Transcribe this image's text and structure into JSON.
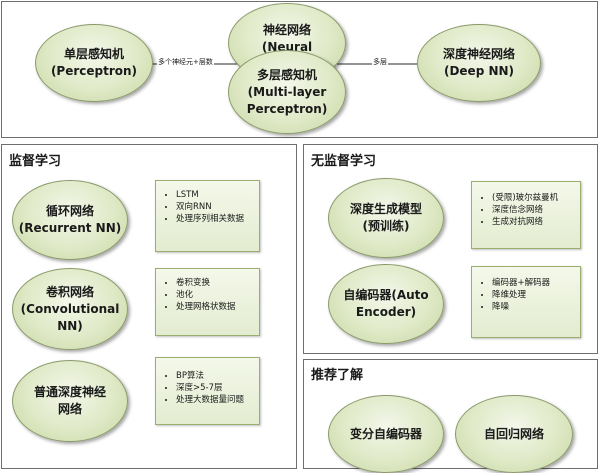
{
  "top": {
    "perceptron": [
      "单层感知机",
      "(Perceptron)"
    ],
    "neural_network": [
      "神经网络",
      "(Neural"
    ],
    "mlp": [
      "多层感知机",
      "(Multi-layer",
      "Perceptron)"
    ],
    "deep_nn": [
      "深度神经网络",
      "(Deep NN)"
    ],
    "edge_left": "多个神经元+层数",
    "edge_right": "多层"
  },
  "supervised": {
    "title": "监督学习",
    "items": [
      {
        "name": [
          "循环网络",
          "(Recurrent NN)"
        ],
        "points": [
          "LSTM",
          "双向RNN",
          "处理序列相关数据"
        ]
      },
      {
        "name": [
          "卷积网络",
          "(Convolutional",
          "NN)"
        ],
        "points": [
          "卷积变换",
          "池化",
          "处理网格状数据"
        ]
      },
      {
        "name": [
          "普通深度神经",
          "网络"
        ],
        "points": [
          "BP算法",
          "深度>5-7层",
          "处理大数据量问题"
        ]
      }
    ]
  },
  "unsupervised": {
    "title": "无监督学习",
    "items": [
      {
        "name": [
          "深度生成模型",
          "(预训练)"
        ],
        "points": [
          "(受限)玻尔兹曼机",
          "深度信念网络",
          "生成对抗网络"
        ]
      },
      {
        "name": [
          "自编码器(Auto",
          "Encoder)"
        ],
        "points": [
          "编码器+解码器",
          "降维处理",
          "降噪"
        ]
      }
    ]
  },
  "recommended": {
    "title": "推荐了解",
    "items": [
      "变分自编码器",
      "自回归网络"
    ]
  }
}
